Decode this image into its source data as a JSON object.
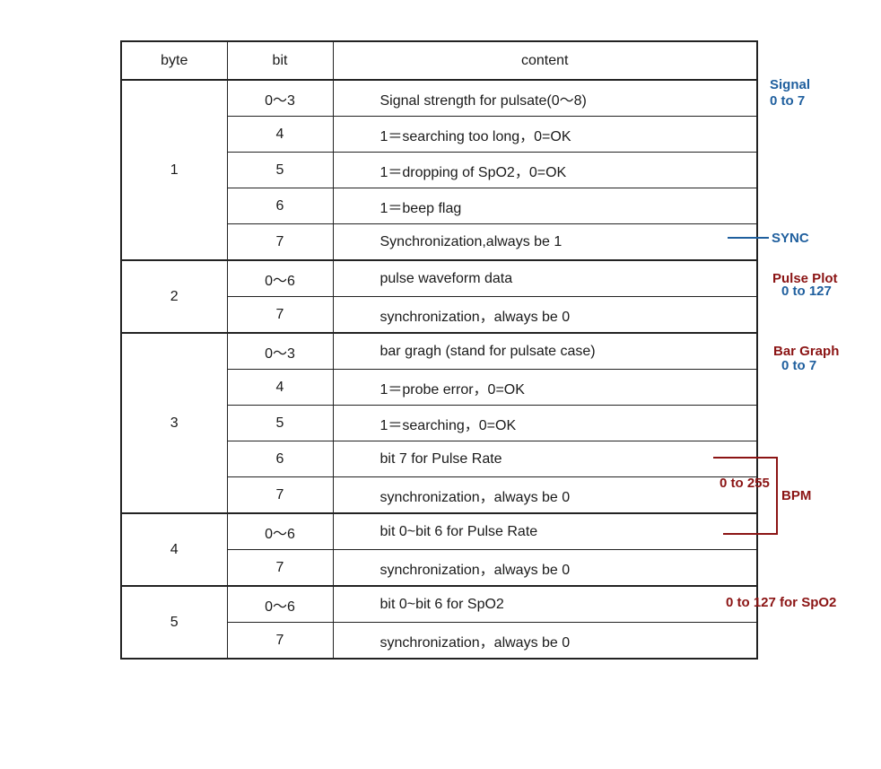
{
  "table": {
    "headers": {
      "byte": "byte",
      "bit": "bit",
      "content": "content"
    },
    "blocks": [
      {
        "byte": "1",
        "rows": [
          {
            "bit": "0～3",
            "content": "Signal strength for pulsate(0～8)"
          },
          {
            "bit": "4",
            "content": "1＝searching too long，0=OK"
          },
          {
            "bit": "5",
            "content": "1＝dropping of SpO2，0=OK"
          },
          {
            "bit": "6",
            "content": "1＝beep flag"
          },
          {
            "bit": "7",
            "content": "Synchronization,always be 1"
          }
        ]
      },
      {
        "byte": "2",
        "rows": [
          {
            "bit": "0～6",
            "content": "pulse waveform data"
          },
          {
            "bit": "7",
            "content": "synchronization，always be 0"
          }
        ]
      },
      {
        "byte": "3",
        "rows": [
          {
            "bit": "0～3",
            "content": "bar gragh (stand for pulsate case)"
          },
          {
            "bit": "4",
            "content": "1＝probe error，0=OK"
          },
          {
            "bit": "5",
            "content": "1＝searching，0=OK"
          },
          {
            "bit": "6",
            "content": "bit 7 for Pulse Rate"
          },
          {
            "bit": "7",
            "content": "synchronization，always be 0"
          }
        ]
      },
      {
        "byte": "4",
        "rows": [
          {
            "bit": "0～6",
            "content": "bit 0~bit 6 for Pulse Rate"
          },
          {
            "bit": "7",
            "content": "synchronization，always be 0"
          }
        ]
      },
      {
        "byte": "5",
        "rows": [
          {
            "bit": "0～6",
            "content": "bit 0~bit 6 for SpO2"
          },
          {
            "bit": "7",
            "content": "synchronization，always be 0"
          }
        ]
      }
    ]
  },
  "annotations": {
    "signal_title": "Signal",
    "signal_range": "0 to 7",
    "sync": "SYNC",
    "pulse_plot_title": "Pulse Plot",
    "pulse_plot_range": "0 to 127",
    "bar_graph_title": "Bar Graph",
    "bar_graph_range": "0 to 7",
    "bpm_range": "0 to 255",
    "bpm": "BPM",
    "spo2": "0 to 127 for SpO2"
  },
  "colors": {
    "blue_annotation": "#1f5f9e",
    "red_annotation": "#8b1414",
    "border": "#222222"
  }
}
